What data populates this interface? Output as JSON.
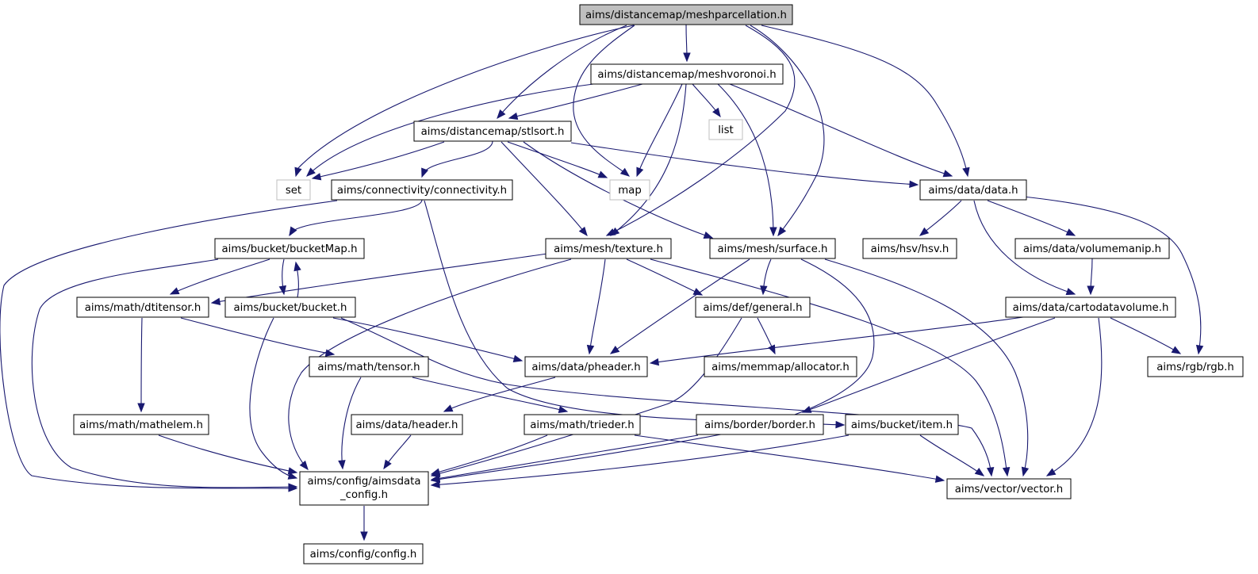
{
  "diagram": {
    "nodes": [
      {
        "id": "meshparcellation",
        "label": "aims/distancemap/meshparcellation.h",
        "style": "root"
      },
      {
        "id": "meshvoronoi",
        "label": "aims/distancemap/meshvoronoi.h",
        "style": "normal"
      },
      {
        "id": "list",
        "label": "list",
        "style": "external"
      },
      {
        "id": "stlsort",
        "label": "aims/distancemap/stlsort.h",
        "style": "normal"
      },
      {
        "id": "set",
        "label": "set",
        "style": "external"
      },
      {
        "id": "connectivity",
        "label": "aims/connectivity/connectivity.h",
        "style": "normal"
      },
      {
        "id": "map",
        "label": "map",
        "style": "external"
      },
      {
        "id": "datah",
        "label": "aims/data/data.h",
        "style": "normal"
      },
      {
        "id": "bucketMap",
        "label": "aims/bucket/bucketMap.h",
        "style": "normal"
      },
      {
        "id": "texture",
        "label": "aims/mesh/texture.h",
        "style": "normal"
      },
      {
        "id": "surface",
        "label": "aims/mesh/surface.h",
        "style": "normal"
      },
      {
        "id": "hsv",
        "label": "aims/hsv/hsv.h",
        "style": "normal"
      },
      {
        "id": "volumemanip",
        "label": "aims/data/volumemanip.h",
        "style": "normal"
      },
      {
        "id": "dtitensor",
        "label": "aims/math/dtitensor.h",
        "style": "normal"
      },
      {
        "id": "bucket",
        "label": "aims/bucket/bucket.h",
        "style": "normal"
      },
      {
        "id": "general",
        "label": "aims/def/general.h",
        "style": "normal"
      },
      {
        "id": "cartodatavolume",
        "label": "aims/data/cartodatavolume.h",
        "style": "normal"
      },
      {
        "id": "tensor",
        "label": "aims/math/tensor.h",
        "style": "normal"
      },
      {
        "id": "pheader",
        "label": "aims/data/pheader.h",
        "style": "normal"
      },
      {
        "id": "allocator",
        "label": "aims/memmap/allocator.h",
        "style": "normal"
      },
      {
        "id": "rgb",
        "label": "aims/rgb/rgb.h",
        "style": "normal"
      },
      {
        "id": "mathelem",
        "label": "aims/math/mathelem.h",
        "style": "normal"
      },
      {
        "id": "header",
        "label": "aims/data/header.h",
        "style": "normal"
      },
      {
        "id": "trieder",
        "label": "aims/math/trieder.h",
        "style": "normal"
      },
      {
        "id": "border",
        "label": "aims/border/border.h",
        "style": "normal"
      },
      {
        "id": "item",
        "label": "aims/bucket/item.h",
        "style": "normal"
      },
      {
        "id": "aimsdata_config",
        "label": [
          "aims/config/aimsdata",
          "_config.h"
        ],
        "style": "normal"
      },
      {
        "id": "vector",
        "label": "aims/vector/vector.h",
        "style": "normal"
      },
      {
        "id": "config",
        "label": "aims/config/config.h",
        "style": "normal"
      }
    ],
    "edges": [
      [
        "meshparcellation",
        "meshvoronoi"
      ],
      [
        "meshparcellation",
        "set"
      ],
      [
        "meshparcellation",
        "stlsort"
      ],
      [
        "meshparcellation",
        "map"
      ],
      [
        "meshparcellation",
        "texture"
      ],
      [
        "meshparcellation",
        "surface"
      ],
      [
        "meshparcellation",
        "datah"
      ],
      [
        "meshvoronoi",
        "set"
      ],
      [
        "meshvoronoi",
        "stlsort"
      ],
      [
        "meshvoronoi",
        "list"
      ],
      [
        "meshvoronoi",
        "map"
      ],
      [
        "meshvoronoi",
        "texture"
      ],
      [
        "meshvoronoi",
        "surface"
      ],
      [
        "meshvoronoi",
        "datah"
      ],
      [
        "stlsort",
        "set"
      ],
      [
        "stlsort",
        "connectivity"
      ],
      [
        "stlsort",
        "map"
      ],
      [
        "stlsort",
        "texture"
      ],
      [
        "stlsort",
        "surface"
      ],
      [
        "stlsort",
        "datah"
      ],
      [
        "connectivity",
        "bucketMap"
      ],
      [
        "connectivity",
        "aimsdata_config"
      ],
      [
        "connectivity",
        "item"
      ],
      [
        "bucketMap",
        "dtitensor"
      ],
      [
        "bucketMap",
        "bucket"
      ],
      [
        "bucketMap",
        "aimsdata_config"
      ],
      [
        "bucket",
        "bucketMap"
      ],
      [
        "bucket",
        "pheader"
      ],
      [
        "bucket",
        "aimsdata_config"
      ],
      [
        "bucket",
        "vector"
      ],
      [
        "texture",
        "dtitensor"
      ],
      [
        "texture",
        "general"
      ],
      [
        "texture",
        "pheader"
      ],
      [
        "texture",
        "aimsdata_config"
      ],
      [
        "texture",
        "vector"
      ],
      [
        "surface",
        "general"
      ],
      [
        "surface",
        "pheader"
      ],
      [
        "surface",
        "aimsdata_config"
      ],
      [
        "surface",
        "vector"
      ],
      [
        "datah",
        "hsv"
      ],
      [
        "datah",
        "volumemanip"
      ],
      [
        "datah",
        "cartodatavolume"
      ],
      [
        "datah",
        "rgb"
      ],
      [
        "volumemanip",
        "cartodatavolume"
      ],
      [
        "cartodatavolume",
        "pheader"
      ],
      [
        "cartodatavolume",
        "rgb"
      ],
      [
        "cartodatavolume",
        "border"
      ],
      [
        "cartodatavolume",
        "vector"
      ],
      [
        "dtitensor",
        "mathelem"
      ],
      [
        "dtitensor",
        "tensor"
      ],
      [
        "general",
        "allocator"
      ],
      [
        "general",
        "aimsdata_config"
      ],
      [
        "tensor",
        "aimsdata_config"
      ],
      [
        "tensor",
        "trieder"
      ],
      [
        "pheader",
        "header"
      ],
      [
        "mathelem",
        "aimsdata_config"
      ],
      [
        "header",
        "aimsdata_config"
      ],
      [
        "trieder",
        "aimsdata_config"
      ],
      [
        "trieder",
        "vector"
      ],
      [
        "border",
        "aimsdata_config"
      ],
      [
        "item",
        "aimsdata_config"
      ],
      [
        "item",
        "vector"
      ],
      [
        "aimsdata_config",
        "config"
      ]
    ],
    "colors": {
      "edge": "#191970",
      "root_fill": "#bfbfbf",
      "external_border": "#bfbfbf",
      "node_border": "#000000"
    }
  }
}
